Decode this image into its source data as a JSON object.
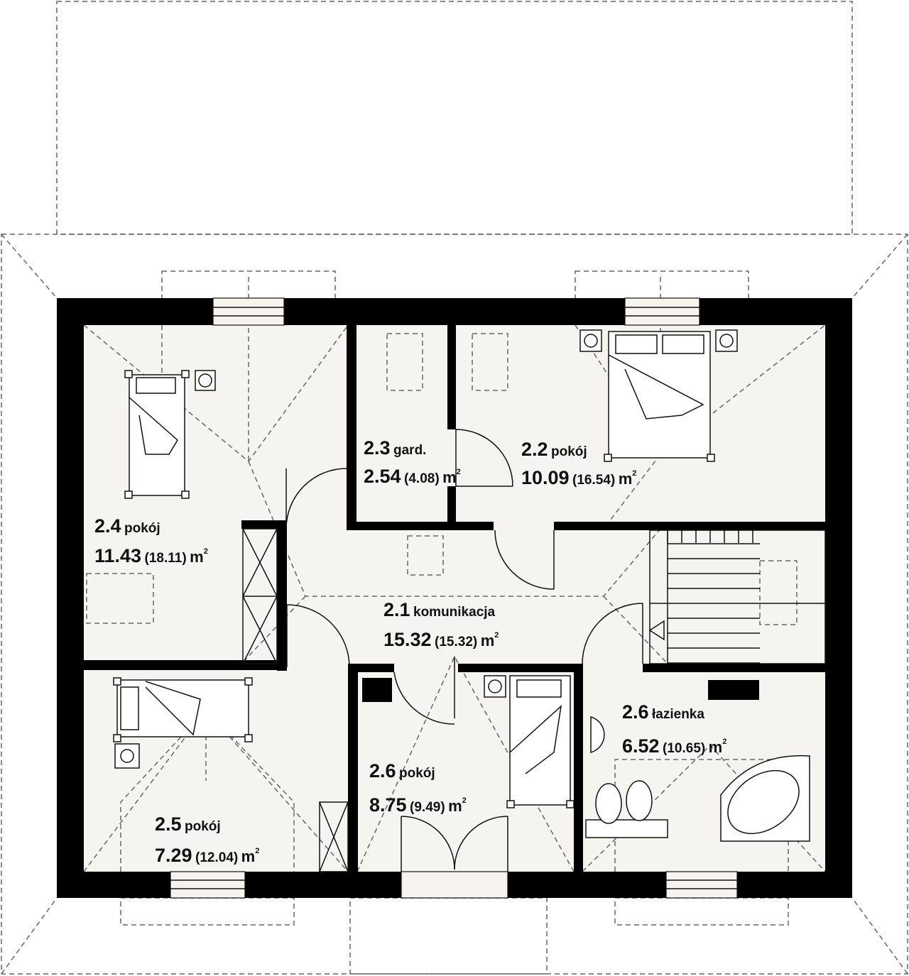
{
  "title": "Floor plan - upper floor",
  "colors": {
    "floor": "#f6f4f1",
    "wall": "#000000",
    "dash": "#666666"
  },
  "rooms": [
    {
      "id": "2.1",
      "name": "komunikacja",
      "area": "15.32",
      "gross": "(15.32)",
      "unit": "m",
      "exp": "2"
    },
    {
      "id": "2.2",
      "name": "pokój",
      "area": "10.09",
      "gross": "(16.54)",
      "unit": "m",
      "exp": "2"
    },
    {
      "id": "2.3",
      "name": "gard.",
      "area": "2.54",
      "gross": "(4.08)",
      "unit": "m",
      "exp": "2"
    },
    {
      "id": "2.4",
      "name": "pokój",
      "area": "11.43",
      "gross": "(18.11)",
      "unit": "m",
      "exp": "2"
    },
    {
      "id": "2.5",
      "name": "pokój",
      "area": "7.29",
      "gross": "(12.04)",
      "unit": "m",
      "exp": "2"
    },
    {
      "id": "2.6",
      "name": "pokój",
      "area": "8.75",
      "gross": "(9.49)",
      "unit": "m",
      "exp": "2"
    },
    {
      "id": "2.6",
      "name": "łazienka",
      "area": "6.52",
      "gross": "(10.65)",
      "unit": "m",
      "exp": "2"
    }
  ]
}
